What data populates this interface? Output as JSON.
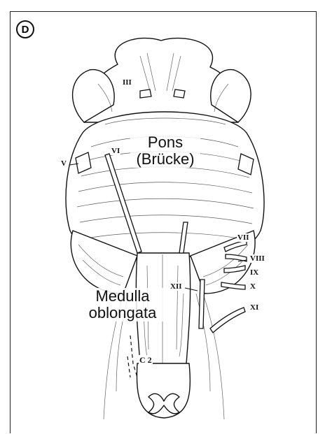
{
  "panel": {
    "badge": "D"
  },
  "labels": {
    "pons_line1": "Pons",
    "pons_line2": "(Brücke)",
    "medulla_line1": "Medulla",
    "medulla_line2": "oblongata",
    "c2": "C 2"
  },
  "cranial_nerves": {
    "iii": "III",
    "v": "V",
    "vi": "VI",
    "vii": "VII",
    "viii": "VIII",
    "ix": "IX",
    "x": "X",
    "xi": "XI",
    "xii": "XII"
  }
}
